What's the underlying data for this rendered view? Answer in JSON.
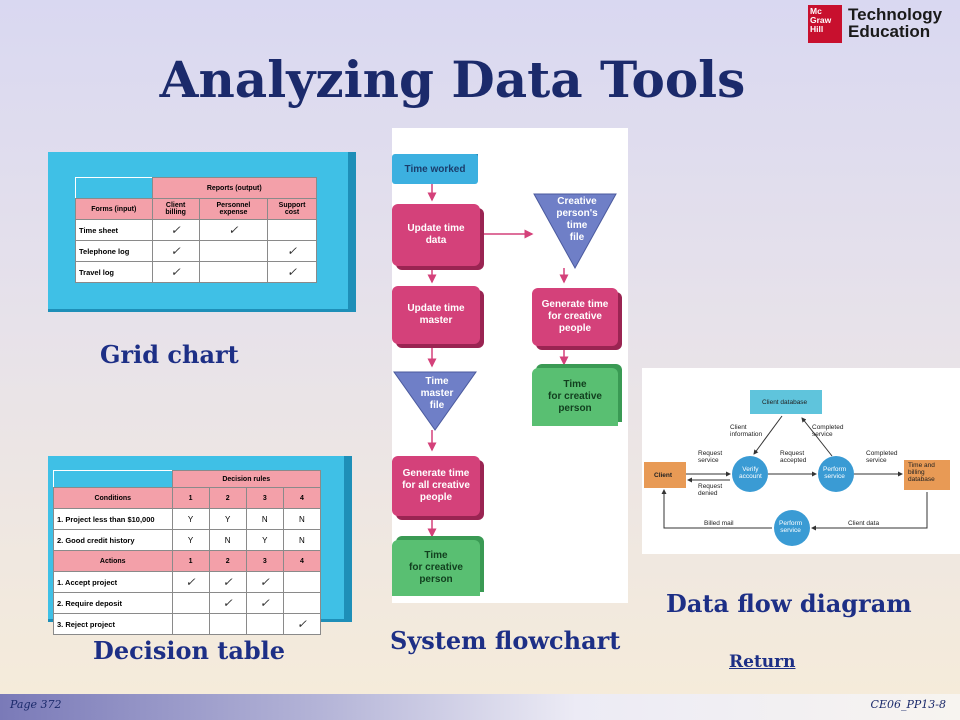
{
  "slide": {
    "title": "Analyzing Data Tools",
    "return_label": "Return",
    "page": "Page 372",
    "code": "CE06_PP13-8"
  },
  "logo": {
    "mark_lines": [
      "Mc",
      "Graw",
      "Hill"
    ],
    "text_lines": [
      "Technology",
      "Education"
    ],
    "color": "#c8102e"
  },
  "captions": {
    "grid_chart": "Grid chart",
    "decision_table": "Decision table",
    "system_flowchart": "System flowchart",
    "data_flow_diagram": "Data flow diagram"
  },
  "grid_chart": {
    "super_header": "Reports (output)",
    "corner_header": "Forms (input)",
    "columns": [
      "Client billing",
      "Personnel expense",
      "Support cost"
    ],
    "rows": [
      {
        "label": "Time sheet",
        "cells": [
          "✓",
          "✓",
          ""
        ]
      },
      {
        "label": "Telephone log",
        "cells": [
          "✓",
          "",
          "✓"
        ]
      },
      {
        "label": "Travel log",
        "cells": [
          "✓",
          "",
          "✓"
        ]
      }
    ]
  },
  "decision_table": {
    "super_header": "Decision rules",
    "conditions_header": "Conditions",
    "actions_header": "Actions",
    "rule_numbers": [
      "1",
      "2",
      "3",
      "4"
    ],
    "conditions": [
      {
        "label": "1. Project less than $10,000",
        "cells": [
          "Y",
          "Y",
          "N",
          "N"
        ]
      },
      {
        "label": "2. Good credit history",
        "cells": [
          "Y",
          "N",
          "Y",
          "N"
        ]
      }
    ],
    "actions": [
      {
        "label": "1. Accept project",
        "cells": [
          "✓",
          "✓",
          "✓",
          ""
        ]
      },
      {
        "label": "2. Require deposit",
        "cells": [
          "",
          "✓",
          "✓",
          ""
        ]
      },
      {
        "label": "3. Reject project",
        "cells": [
          "",
          "",
          "",
          "✓"
        ]
      }
    ]
  },
  "flowchart": {
    "time_worked": "Time worked",
    "update_time_data": [
      "Update time",
      "data"
    ],
    "update_time_master": [
      "Update time",
      "master"
    ],
    "time_master_file": [
      "Time",
      "master",
      "file"
    ],
    "generate_all": [
      "Generate time",
      "for all creative",
      "people"
    ],
    "time_for_creative_person_left": [
      "Time",
      "for creative",
      "person"
    ],
    "creative_person_time_file": [
      "Creative",
      "person's",
      "time",
      "file"
    ],
    "generate_creative": [
      "Generate time",
      "for creative",
      "people"
    ],
    "time_for_creative_person_right": [
      "Time",
      "for creative",
      "person"
    ]
  },
  "dfd": {
    "client_database": "Client database",
    "client": "Client",
    "verify_account": [
      "Verify",
      "account"
    ],
    "perform_service_top": [
      "Perform",
      "service"
    ],
    "time_billing_db": [
      "Time and",
      "billing",
      "database"
    ],
    "perform_service_bottom": [
      "Perform",
      "service"
    ],
    "client_information": [
      "Client",
      "information"
    ],
    "completed_service_top": [
      "Completed",
      "service"
    ],
    "request_service": [
      "Request",
      "service"
    ],
    "request_accepted": [
      "Request",
      "accepted"
    ],
    "completed_service_right": [
      "Completed",
      "service"
    ],
    "request_denied": [
      "Request",
      "denied"
    ],
    "billed_mail": "Billed mail",
    "client_data": "Client data"
  }
}
